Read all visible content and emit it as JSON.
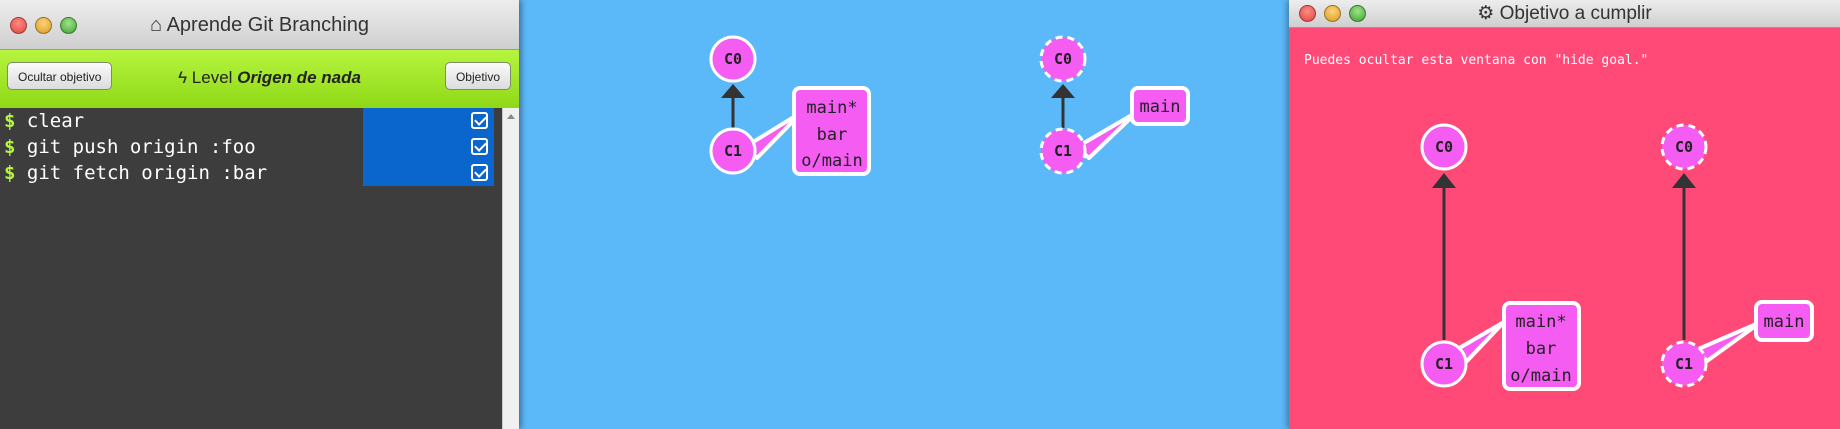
{
  "left_window": {
    "title": "Aprende Git Branching",
    "home_icon": "home-icon",
    "hide_goal_button": "Ocultar objetivo",
    "level_prefix": "Level",
    "level_name": "Origen de nada",
    "objective_button": "Objetivo",
    "commands": [
      {
        "prompt": "$",
        "text": "clear",
        "done": true
      },
      {
        "prompt": "$",
        "text": "git push origin :foo",
        "done": true
      },
      {
        "prompt": "$",
        "text": "git fetch origin :bar",
        "done": true
      }
    ]
  },
  "goal_window": {
    "title": "Objetivo a cumplir",
    "gear_icon": "gear-icon",
    "message": "Puedes ocultar esta ventana con \"hide goal.\""
  },
  "current_graph": {
    "local": {
      "commits": [
        "C0",
        "C1"
      ],
      "branch_lines": [
        "main*",
        "bar",
        "o/main"
      ]
    },
    "remote": {
      "commits": [
        "C0",
        "C1"
      ],
      "branch_lines": [
        "main"
      ]
    }
  },
  "goal_graph": {
    "local": {
      "commits": [
        "C0",
        "C1"
      ],
      "branch_lines": [
        "main*",
        "bar",
        "o/main"
      ]
    },
    "remote": {
      "commits": [
        "C0",
        "C1"
      ],
      "branch_lines": [
        "main"
      ]
    }
  },
  "colors": {
    "background": "#5cb9f9",
    "toolbar": "#9ee22a",
    "terminal": "#3d3d3d",
    "highlight": "#0a66cc",
    "goal_bg": "#ff4a78",
    "commit_fill": "#f45cf2",
    "branch_fill": "#f45cf2"
  }
}
